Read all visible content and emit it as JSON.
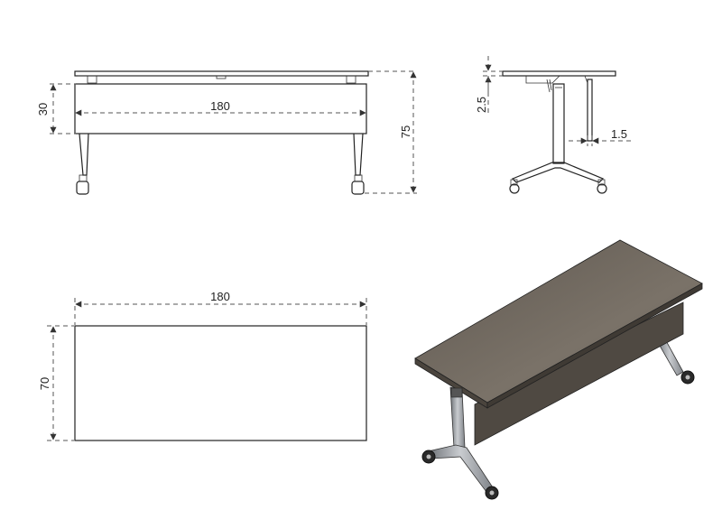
{
  "drawing": {
    "front_view": {
      "width_label": "180",
      "modesty_height_label": "30",
      "total_height_label": "75"
    },
    "side_view": {
      "top_thickness_label": "2.5",
      "panel_thickness_label": "1.5"
    },
    "top_view": {
      "width_label": "180",
      "depth_label": "70"
    },
    "colors": {
      "desktop": "#6f675e",
      "desktop_edge": "#5a534b",
      "frame": "#9a9ea3",
      "line": "#222222"
    }
  }
}
